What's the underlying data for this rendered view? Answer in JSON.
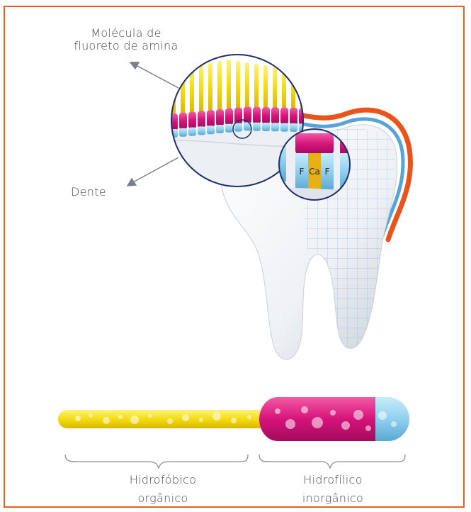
{
  "labels": {
    "molecule_line1": "Molécula de",
    "molecule_line2": "fluoreto de amina",
    "tooth": "Dente",
    "hydrophobic_line1": "Hidrofóbico",
    "hydrophobic_line2": "orgânico",
    "hydrophilic_line1": "Hidrofílico",
    "hydrophilic_line2": "inorgânico"
  },
  "ions": {
    "left": "F",
    "center": "Ca",
    "right": "F"
  },
  "colors": {
    "frame": "#e4621f",
    "hydrophobic_tail": "#f2d80f",
    "amine_head": "#d6137a",
    "fluoride": "#8fd0ef",
    "tooth_outline_orange": "#e8541c",
    "tooth_outline_blue": "#5aa3d8"
  }
}
